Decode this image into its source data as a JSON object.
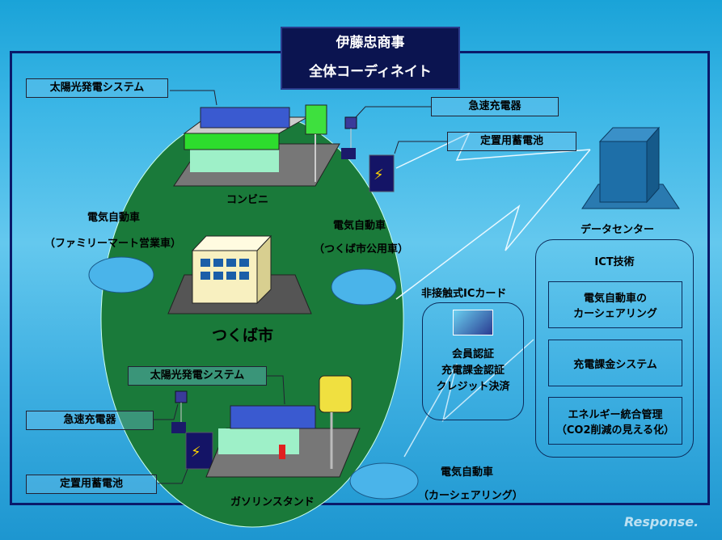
{
  "title": {
    "line1": "伊藤忠商事",
    "line2": "全体コーディネイト"
  },
  "labels": {
    "solar_top": "太陽光発電システム",
    "quick_charger_top": "急速充電器",
    "battery_top": "定置用蓄電池",
    "convenience_store": "コンビニ",
    "data_center": "データセンター",
    "ev_familymart": "電気自動車",
    "ev_familymart_sub": "（ファミリーマート営業車）",
    "ev_tsukuba": "電気自動車",
    "ev_tsukuba_sub": "（つくば市公用車）",
    "city": "つくば市",
    "solar_bottom": "太陽光発電システム",
    "quick_charger_bottom": "急速充電器",
    "battery_bottom": "定置用蓄電池",
    "gas_station": "ガソリンスタンド",
    "ev_carshare": "電気自動車",
    "ev_carshare_sub": "（カーシェアリング）"
  },
  "ic_card": {
    "title": "非接触式ICカード",
    "lines": [
      "会員認証",
      "充電課金認証",
      "クレジット決済"
    ]
  },
  "ict": {
    "title": "ICT技術",
    "items": [
      {
        "line1": "電気自動車の",
        "line2": "カーシェアリング"
      },
      {
        "line1": "充電課金システム",
        "line2": ""
      },
      {
        "line1": "エネルギー統合管理",
        "line2": "（CO2削減の見える化）"
      }
    ]
  },
  "watermark": "Response."
}
